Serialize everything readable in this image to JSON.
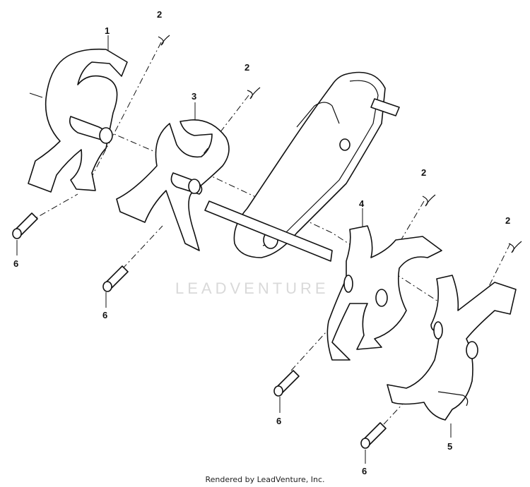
{
  "diagram": {
    "callouts": {
      "c1": "1",
      "c2a": "2",
      "c2b": "2",
      "c2c": "2",
      "c2d": "2",
      "c3": "3",
      "c4": "4",
      "c5": "5",
      "c6a": "6",
      "c6b": "6",
      "c6c": "6",
      "c6d": "6"
    },
    "watermark": "LEADVENTURE",
    "footer": "Rendered by LeadVenture, Inc."
  }
}
